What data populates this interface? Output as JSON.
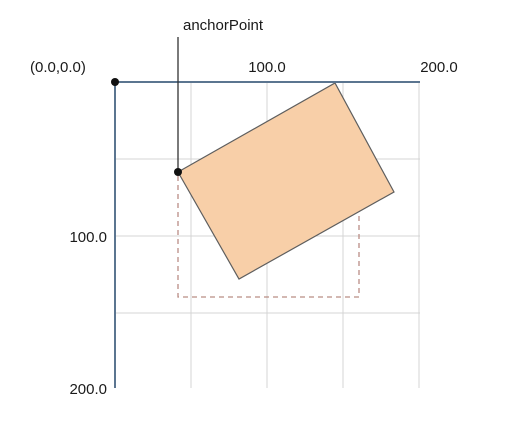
{
  "diagram": {
    "origin_label": "(0.0,0.0)",
    "x_ticks": [
      "100.0",
      "200.0"
    ],
    "y_ticks": [
      "100.0",
      "200.0"
    ],
    "anchor_label": "anchorPoint"
  },
  "colors": {
    "background": "#ffffff",
    "axis": "#5b7590",
    "grid": "#d4d4d4",
    "layer_fill": "#f8cfa8",
    "layer_stroke": "#5e5e5e",
    "original_bounds_dashed": "#b98d85",
    "anchor_point": "#111111",
    "text": "#1a1a1a"
  }
}
